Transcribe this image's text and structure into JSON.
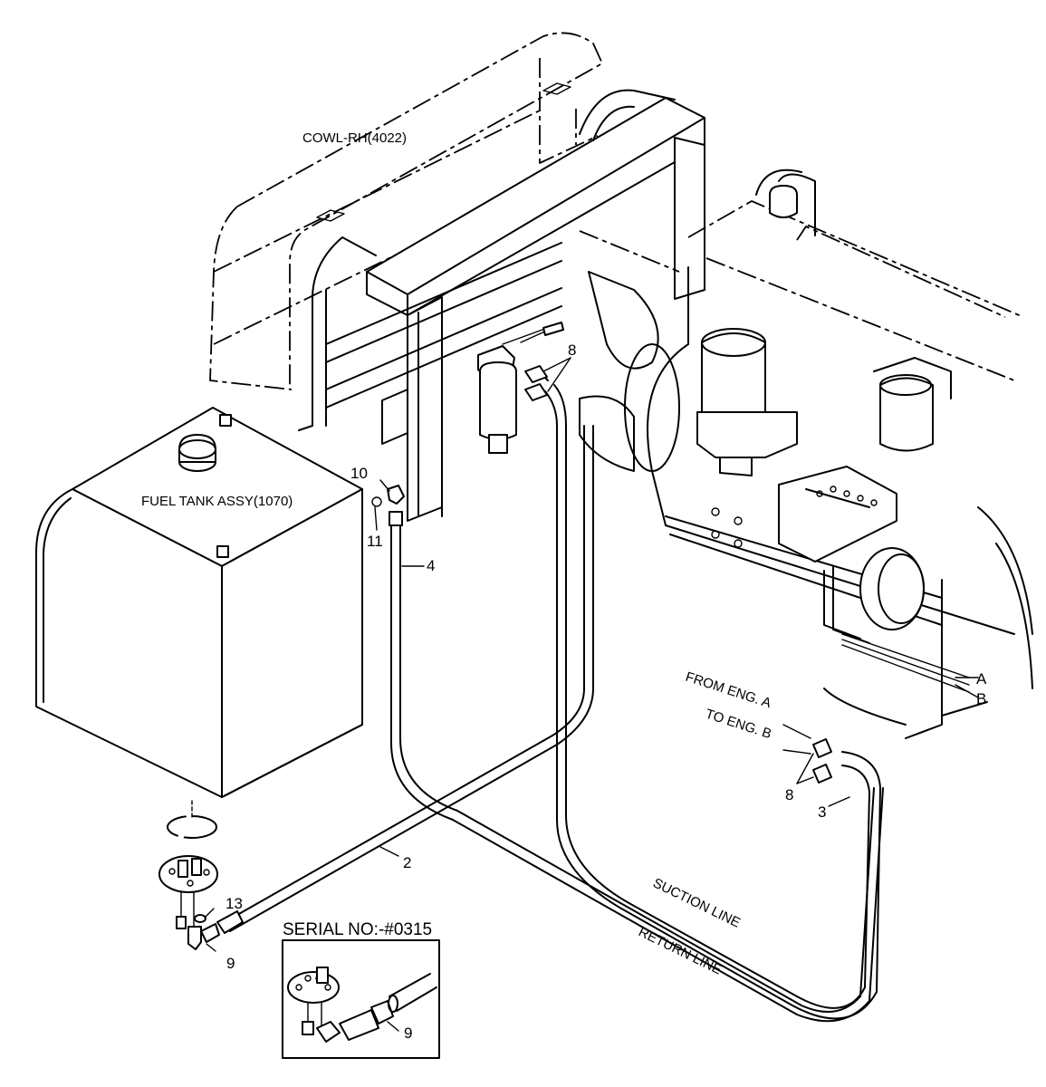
{
  "labels": {
    "cowl": "COWL-RH(4022)",
    "fuel_tank": "FUEL TANK ASSY(1070)",
    "serial": "SERIAL NO:-#0315",
    "suction_line": "SUCTION LINE",
    "return_line": "RETURN LINE",
    "from_eng": "FROM ENG. A",
    "to_eng": "TO ENG. B",
    "port_a": "A",
    "port_b": "B"
  },
  "callouts": {
    "p2": "2",
    "p3": "3",
    "p4": "4",
    "p8_top": "8",
    "p8_bottom": "8",
    "p9_main": "9",
    "p9_inset": "9",
    "p10": "10",
    "p11": "11",
    "p13": "13"
  }
}
